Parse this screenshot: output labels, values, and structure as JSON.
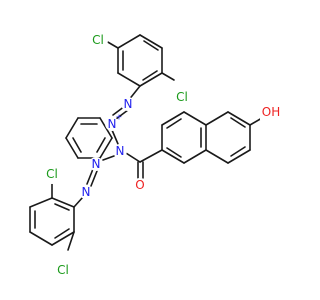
{
  "molecule": {
    "atoms": {
      "cl_top_left": {
        "label": "Cl",
        "color": "#1a9a1a"
      },
      "cl_top_right": {
        "label": "Cl",
        "color": "#1a9a1a"
      },
      "cl_bottom_left": {
        "label": "Cl",
        "color": "#1a9a1a"
      },
      "cl_bottom": {
        "label": "Cl",
        "color": "#1a9a1a"
      },
      "n_plus": {
        "label": "N",
        "color": "#2222ee"
      },
      "n_plus_charge": {
        "label": "+",
        "color": "#2222ee"
      },
      "n_azo_top": {
        "label": "N",
        "color": "#2222ee"
      },
      "n_hydrazide": {
        "label": "N",
        "color": "#2222ee"
      },
      "n_mid": {
        "label": "N",
        "color": "#2222ee"
      },
      "n_azo_bottom": {
        "label": "N",
        "color": "#2222ee"
      },
      "o_carbonyl": {
        "label": "O",
        "color": "#ee2222"
      },
      "oh": {
        "label": "OH",
        "color": "#ee2222"
      }
    }
  }
}
